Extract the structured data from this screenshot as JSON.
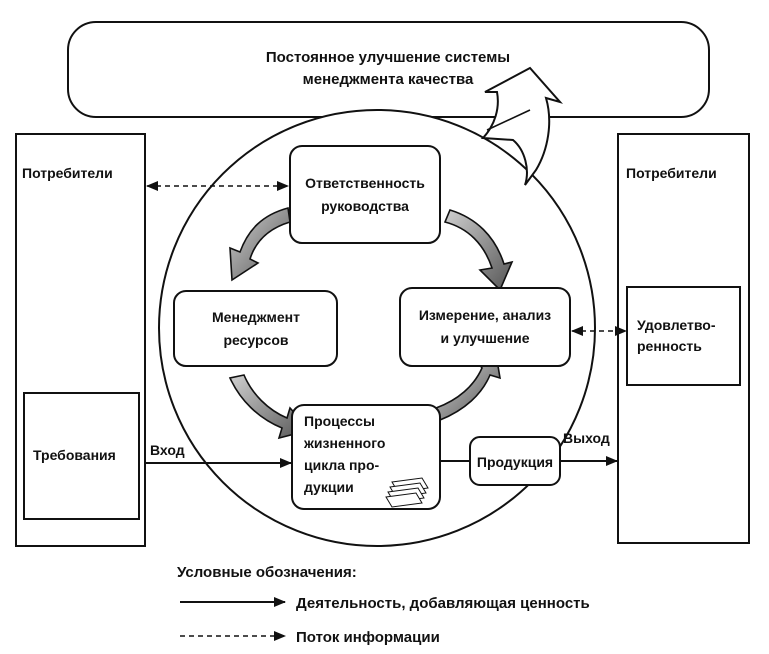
{
  "banner": {
    "line1": "Постоянное улучшение системы",
    "line2": "менеджмента качества"
  },
  "left_column": {
    "title": "Потребители",
    "inner": "Требования"
  },
  "right_column": {
    "title": "Потребители",
    "inner_line1": "Удовлетво-",
    "inner_line2": "ренность"
  },
  "nodes": {
    "responsibility": {
      "line1": "Ответственность",
      "line2": "руководства"
    },
    "resources": {
      "line1": "Менеджмент",
      "line2": "ресурсов"
    },
    "measurement": {
      "line1": "Измерение, анализ",
      "line2": "и улучшение"
    },
    "processes": {
      "line1": "Процессы",
      "line2": "жизненного",
      "line3": "цикла про-",
      "line4": "дукции"
    },
    "product": {
      "label": "Продукция"
    }
  },
  "flow_labels": {
    "input": "Вход",
    "output": "Выход"
  },
  "legend": {
    "title": "Условные обозначения:",
    "solid": "Деятельность, добавляющая ценность",
    "dashed": "Поток информации"
  }
}
